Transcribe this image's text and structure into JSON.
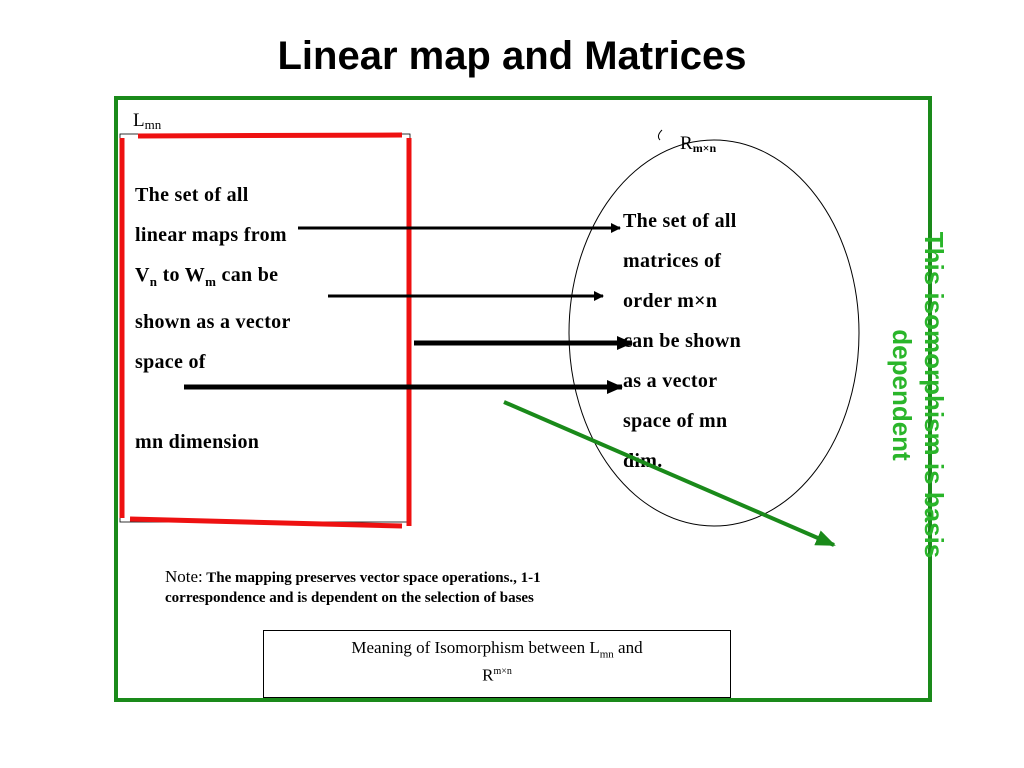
{
  "slide": {
    "title": "Linear map and Matrices",
    "lmn_label": {
      "base": "L",
      "sub": "mn"
    },
    "left_text": [
      "The set  of all",
      "linear maps from",
      "V_n to W_m can be",
      "shown as a vector",
      "space of",
      "",
      "mn dimension"
    ],
    "left_line3": {
      "v": "V",
      "v_sub": "n",
      "mid": " to W",
      "w_sub": "m",
      "tail": " can be"
    },
    "r_label": {
      "base": "R",
      "sub": "m×n"
    },
    "right_text": [
      "The set  of all",
      "matrices of",
      "order m×n",
      "can be shown",
      "as a vector",
      "space of mn",
      "dim."
    ],
    "note": {
      "label": "Note:",
      "line1": " The mapping preserves vector space operations., 1-1",
      "line2": "correspondence and is dependent on the selection of bases"
    },
    "meaning": {
      "pre": "Meaning of Isomorphism between L",
      "sub": "mn",
      "mid": " and",
      "r": "R",
      "sup": "m×n"
    },
    "side_note": "This isomorphism is basis dependent",
    "colors": {
      "frame": "#1a8a1a",
      "side_text": "#2ab52a",
      "box": "#ee1111",
      "arrow": "#000000",
      "green_arrow": "#1a8a1a"
    }
  }
}
